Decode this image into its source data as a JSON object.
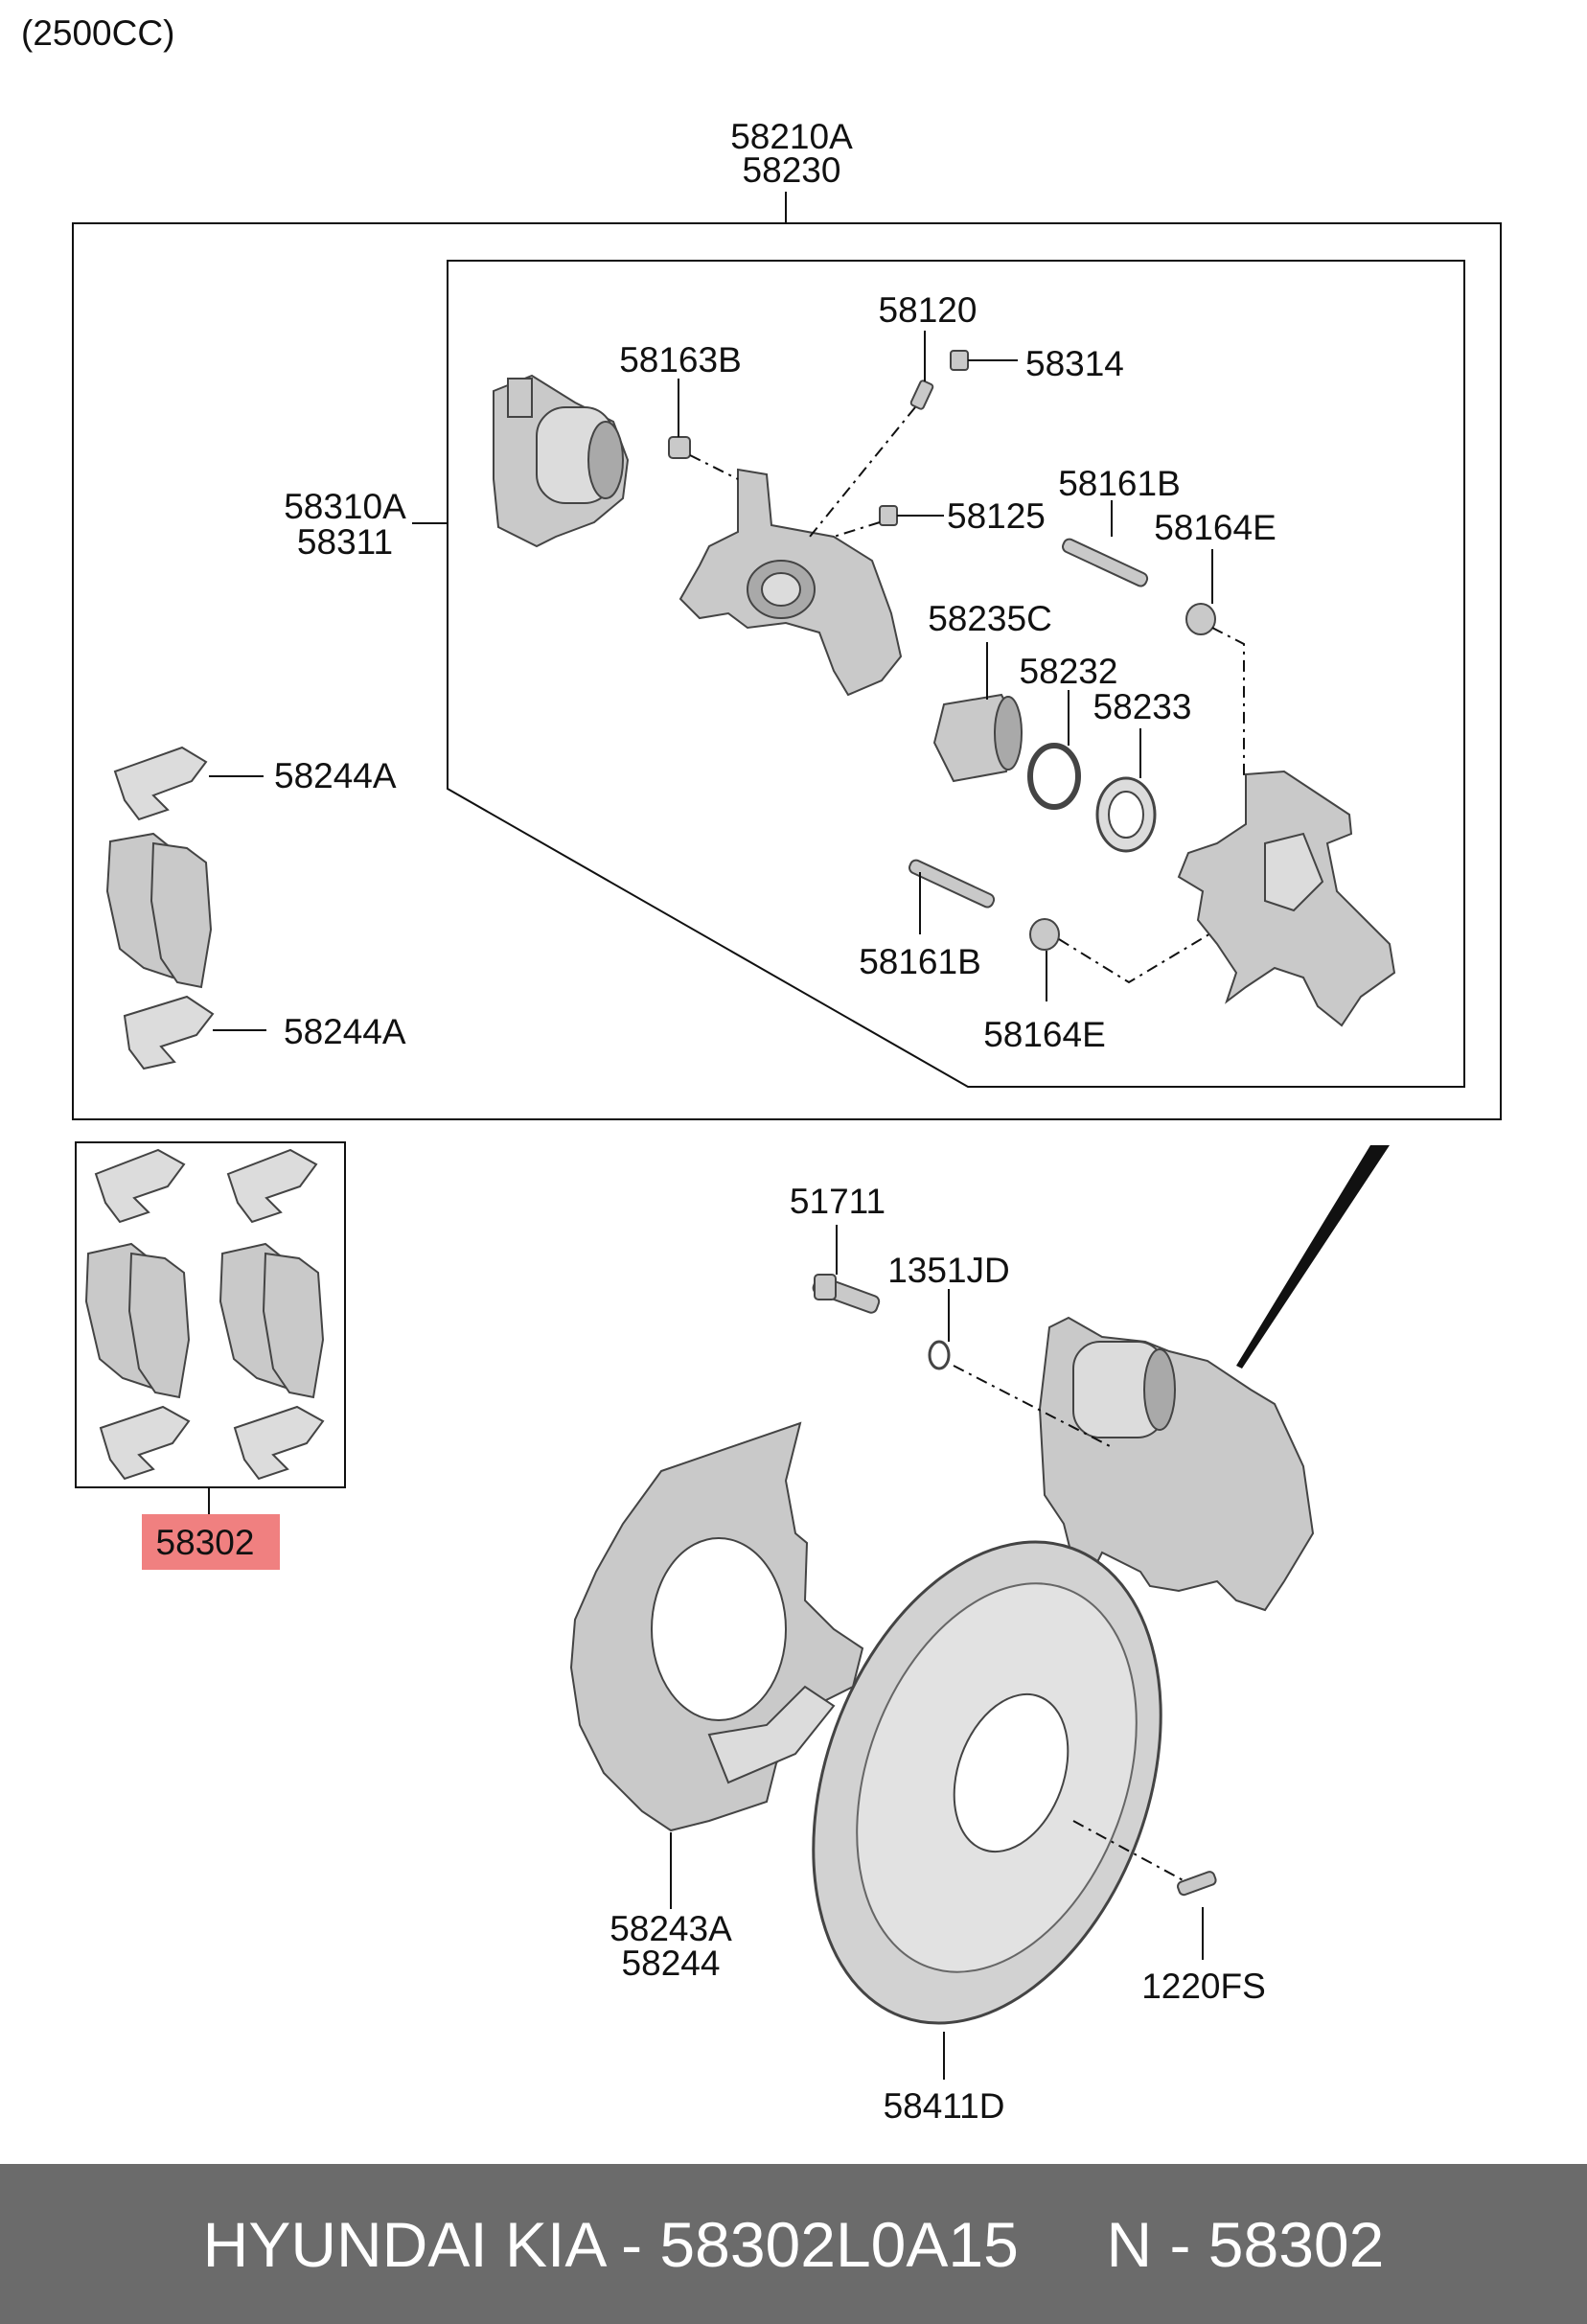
{
  "variant_label": "(2500CC)",
  "labels": {
    "caliper_assy_a": "58210A",
    "caliper_assy_b": "58230",
    "bleeder_screw": "58120",
    "bolt_58163b": "58163B",
    "cap_58314": "58314",
    "caliper_body_a": "58310A",
    "caliper_body_b": "58311",
    "bolt_58125": "58125",
    "guide_rod_top": "58161B",
    "boot_top": "58164E",
    "piston": "58235C",
    "seal_58232": "58232",
    "boot_58233": "58233",
    "spring_top": "58244A",
    "spring_bottom": "58244A",
    "guide_rod_bottom": "58161B",
    "boot_bottom": "58164E",
    "pad_kit": "58302",
    "bolt_51711": "51711",
    "washer_1351jd": "1351JD",
    "dust_cover_a": "58243A",
    "dust_cover_b": "58244",
    "screw_1220fs": "1220FS",
    "disc": "58411D"
  },
  "highlight_color": "#f08080",
  "footer_text": "HYUNDAI KIA - 58302L0A15     N - 58302"
}
